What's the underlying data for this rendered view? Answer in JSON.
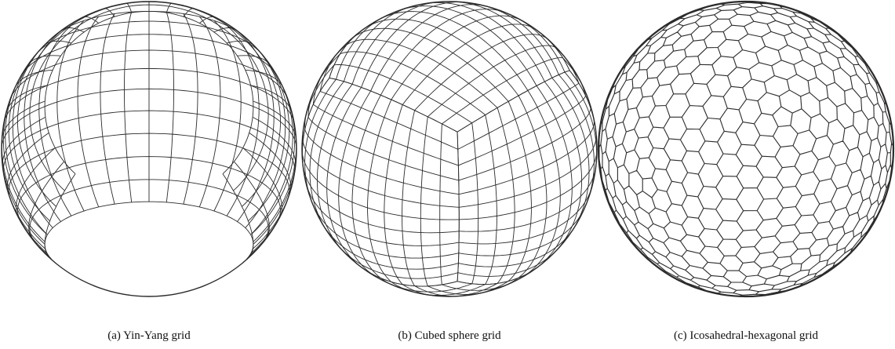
{
  "figure": {
    "panels": [
      {
        "id": "yin-yang",
        "caption": "(a) Yin-Yang grid"
      },
      {
        "id": "cubed-sphere",
        "caption": "(b) Cubed sphere grid"
      },
      {
        "id": "icosahedral",
        "caption": "(c) Icosahedral-hexagonal grid"
      }
    ],
    "colors": {
      "line": "#2b2b2b",
      "background": "#ffffff"
    }
  }
}
